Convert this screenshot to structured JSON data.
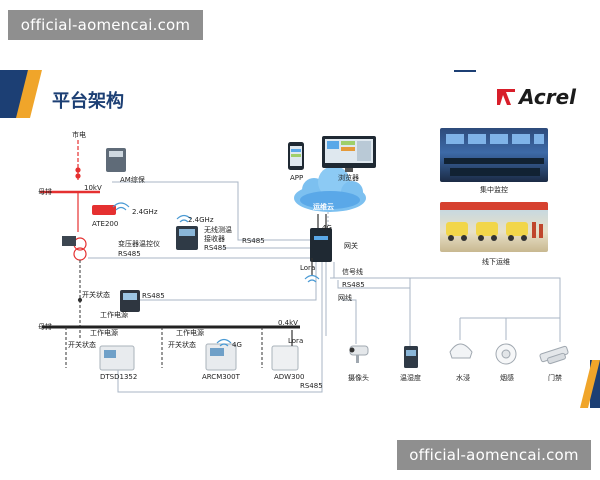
{
  "watermark": {
    "top": "official-aomencai.com",
    "bottom": "official-aomencai.com"
  },
  "header": {
    "title": "平台架构",
    "brand": "Acrel"
  },
  "colors": {
    "navy": "#1c3f74",
    "orange": "#f0a52a",
    "red": "#e53030",
    "line": "#a8b6c4",
    "brand_red": "#d81e2a",
    "cloud": "#5aa8e8"
  },
  "labels": {
    "city_power": "市电",
    "am_protect": "AM综保",
    "kv10": "10kV",
    "busbar_top": "母排",
    "ate200": "ATE200",
    "ghz_a": "2.4GHz",
    "ghz_b": "2.4GHz",
    "wireless_receiver_1": "无线测温",
    "wireless_receiver_2": "接收器",
    "rs485_receiver": "RS485",
    "transformer_ctrl": "变压器温控仪",
    "rs485_transformer": "RS485",
    "rs485_gateway": "RS485",
    "app": "APP",
    "browser": "浏览器",
    "cloud": "运维云",
    "g4_gateway": "4G",
    "gateway": "网关",
    "lora_mid": "Lora",
    "signal_line": "信号线",
    "rs485_right": "RS485",
    "network_line": "网线",
    "central_monitoring": "集中监控",
    "offline_maintenance": "线下运维",
    "switch_state_1": "开关状态",
    "rs485_meter": "RS485",
    "work_power_1": "工作电源",
    "busbar_bottom": "母排",
    "work_power_2": "工作电源",
    "work_power_3": "工作电源",
    "kv04": "0.4kV",
    "switch_state_2": "开关状态",
    "switch_state_3": "开关状态",
    "g4_arcm": "4G",
    "lora_adw": "Lora",
    "dtsd": "DTSD1352",
    "arcm": "ARCM300T",
    "adw": "ADW300",
    "rs485_bottom": "RS485",
    "camera": "摄像头",
    "temp_humidity": "温湿度",
    "water": "水浸",
    "smoke": "烟感",
    "door": "门禁"
  },
  "icons": [
    "antenna-icon",
    "wifi-icon",
    "cloud-icon",
    "phone-icon",
    "monitor-icon",
    "camera-icon",
    "sensor-icon",
    "smoke-detector-icon",
    "door-access-icon",
    "water-sensor-icon"
  ]
}
